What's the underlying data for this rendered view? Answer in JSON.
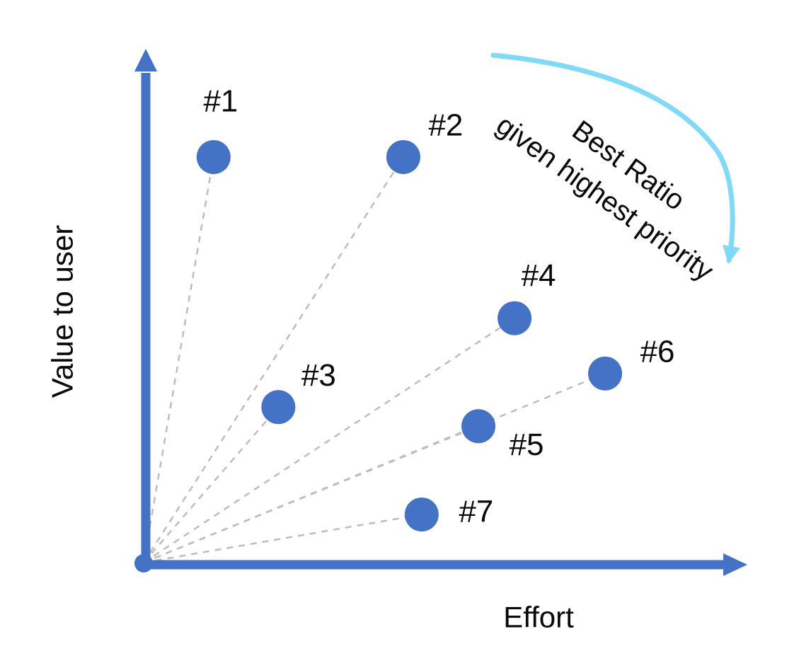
{
  "colors": {
    "accent_blue": "#4472C4",
    "ray_gray": "#BDBDBD",
    "arrow_light_blue": "#7FD9F7",
    "text_black": "#0a0a0a",
    "background": "#FFFFFF"
  },
  "chart_data": {
    "type": "scatter",
    "title": "",
    "xlabel": "Effort",
    "ylabel": "Value to user",
    "xlim": [
      0,
      100
    ],
    "ylim": [
      0,
      100
    ],
    "grid": false,
    "axes_ticks": "none (conceptual axes with arrowheads)",
    "rays_from_origin": true,
    "annotation": {
      "line1": "Best Ratio",
      "line2": "given highest priority",
      "rotation_deg": 36,
      "arrow": "light blue curved arrow sweeping from top center down to the annotation end"
    },
    "points": [
      {
        "label": "#1",
        "x": 12.2,
        "y": 78.5,
        "label_dx": 10,
        "label_dy": -79
      },
      {
        "label": "#2",
        "x": 45.3,
        "y": 78.5,
        "label_dx": 60,
        "label_dy": -45
      },
      {
        "label": "#3",
        "x": 23.5,
        "y": 30.1,
        "label_dx": 57,
        "label_dy": -45
      },
      {
        "label": "#4",
        "x": 64.7,
        "y": 47.3,
        "label_dx": 34,
        "label_dy": -60
      },
      {
        "label": "#5",
        "x": 58.4,
        "y": 26.4,
        "label_dx": 68,
        "label_dy": 26
      },
      {
        "label": "#6",
        "x": 80.5,
        "y": 36.6,
        "label_dx": 74,
        "label_dy": -31
      },
      {
        "label": "#7",
        "x": 48.5,
        "y": 9.3,
        "label_dx": 77,
        "label_dy": -4
      }
    ]
  }
}
